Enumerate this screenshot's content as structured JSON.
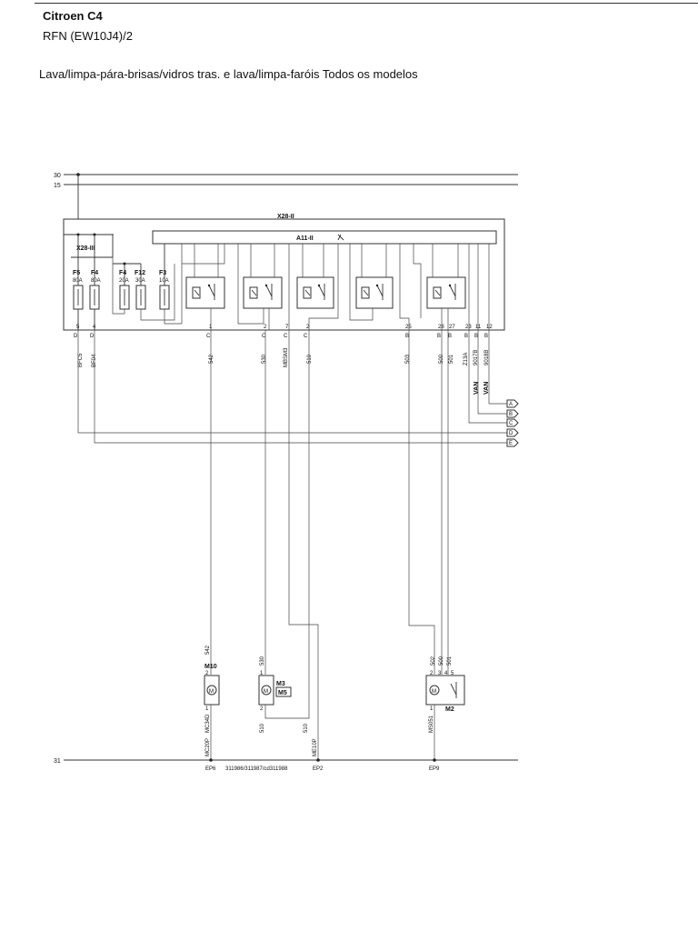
{
  "header": {
    "title": "Citroen C4",
    "subtitle": "RFN (EW10J4)/2",
    "heading": "Lava/limpa-pára-brisas/vidros tras. e lava/limpa-faróis Todos os modelos"
  },
  "rails": {
    "r30": "30",
    "r15": "15",
    "r31": "31"
  },
  "modules": {
    "x28_ii": "X28-II",
    "a11_ii": "A11-II",
    "x28_iii": "X28-III"
  },
  "fuses": [
    {
      "name": "F5",
      "rating": "80A"
    },
    {
      "name": "F4",
      "rating": "80A"
    },
    {
      "name": "F4",
      "rating": "20A"
    },
    {
      "name": "F12",
      "rating": "30A"
    },
    {
      "name": "F3",
      "rating": "10A"
    }
  ],
  "pins": [
    "5",
    "4",
    "1",
    "2",
    "7",
    "2",
    "25",
    "28",
    "27",
    "23",
    "11",
    "12"
  ],
  "connectors": [
    "D",
    "D",
    "C",
    "C",
    "C",
    "C",
    "B",
    "B",
    "B",
    "B",
    "B",
    "B"
  ],
  "wires": [
    "BFC5",
    "BF04",
    "542",
    "530",
    "MBSM3",
    "510",
    "503",
    "500",
    "501",
    "Z13A",
    "9017B",
    "9018B"
  ],
  "van_labels": [
    "VAN",
    "VAN"
  ],
  "arrows": [
    "A",
    "B",
    "C",
    "D",
    "E"
  ],
  "components": {
    "m10": {
      "name": "M10",
      "top_wire": "542",
      "bottom_wire": "MC34D",
      "ground_wire": "MC20P",
      "pin1": "1",
      "pin2": "2"
    },
    "m3": {
      "name": "M3",
      "alt": "M5",
      "top_wire": "530",
      "bottom_wire": "510",
      "pin1": "1",
      "pin2": "2"
    },
    "m2": {
      "name": "M2",
      "wires": [
        "502",
        "500",
        "501"
      ],
      "pins": [
        "2",
        "3",
        "4",
        "5"
      ],
      "bottom_wire": "MS051",
      "pin1": "1"
    },
    "mid_wires": {
      "w510": "510",
      "me10p": "ME10P"
    }
  },
  "grounds": {
    "ep6": "EP6",
    "ref": "311986/311987/cd311988",
    "ep2": "EP2",
    "ep9": "EP9"
  }
}
